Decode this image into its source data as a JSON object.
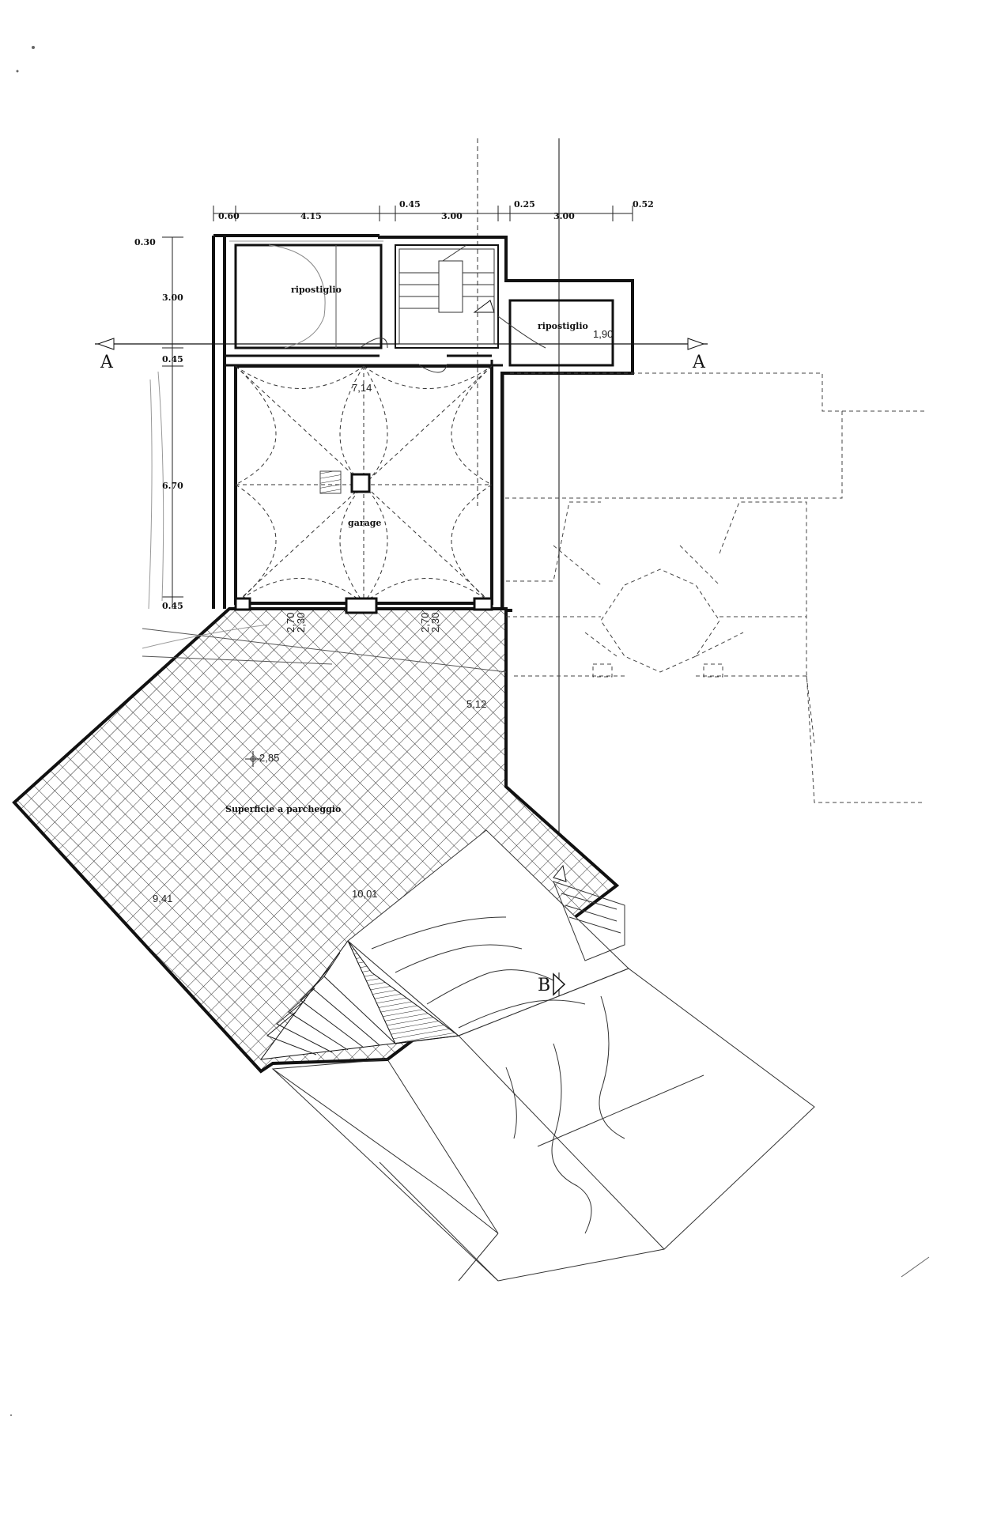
{
  "top_dimensions": [
    "0.60",
    "4.15",
    "0.45",
    "3.00",
    "0.25",
    "3.00",
    "0.52"
  ],
  "left_dimensions": [
    "0.30",
    "3.00",
    "0.45",
    "6.70",
    "0.45"
  ],
  "rooms": {
    "storage_left": "ripostiglio",
    "storage_right": "ripostiglio",
    "garage": "garage",
    "parking": "Superficie a parcheggio"
  },
  "measurements": {
    "storage_right_width": "1,90",
    "garage_span": "7,14",
    "door_left_a": "2,70",
    "door_left_b": "2,30",
    "door_right_a": "2,70",
    "door_right_b": "2,30",
    "parking_right_side": "5,12",
    "spot_level": "2,85",
    "parking_left_side": "9,41",
    "parking_diagonal": "10,01"
  },
  "section_markers": {
    "section_a_left": "A",
    "section_a_right": "A",
    "section_b": "B"
  },
  "colors": {
    "ink": "#111111",
    "pencil": "#7a7a7a",
    "hatch": "#444444"
  }
}
